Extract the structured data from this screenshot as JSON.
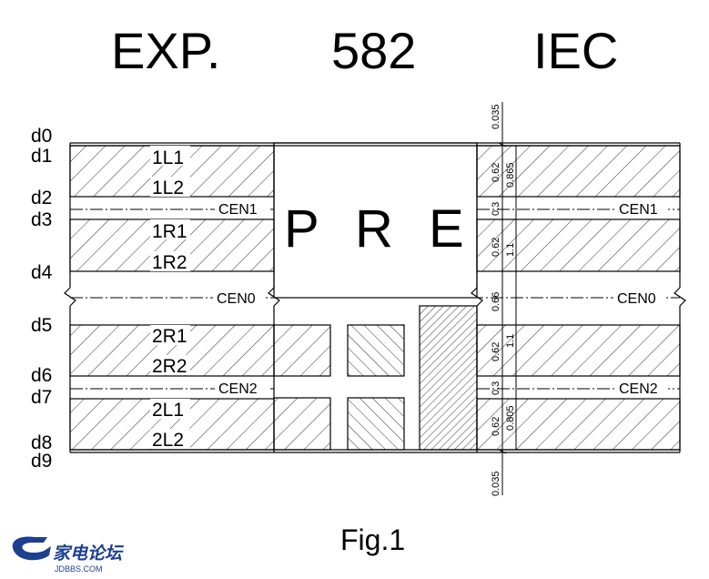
{
  "header": {
    "left": "EXP.",
    "middle": "582",
    "right": "IEC"
  },
  "d_labels": [
    "d0",
    "d1",
    "d2",
    "d3",
    "d4",
    "d5",
    "d6",
    "d7",
    "d8",
    "d9"
  ],
  "layer_labels": {
    "l1": "1L1",
    "l2": "1L2",
    "r1": "1R1",
    "r2": "1R2",
    "r3": "2R1",
    "r4": "2R2",
    "l3": "2L1",
    "l4": "2L2"
  },
  "center_lines": {
    "cen1": "CEN1",
    "cen0": "CEN0",
    "cen2": "CEN2"
  },
  "pre": {
    "p": "P",
    "r": "R",
    "e": "E"
  },
  "dims_left": [
    "0.035",
    "0.62",
    "0.3",
    "0.62",
    "0.66",
    "0.62",
    "0.3",
    "0.62",
    "0.035"
  ],
  "dims_right": [
    "0.865",
    "1.1",
    "1.1",
    "0.805"
  ],
  "caption": "Fig.1",
  "watermark": {
    "brand": "家电论坛",
    "url": "JDBBS.COM"
  }
}
